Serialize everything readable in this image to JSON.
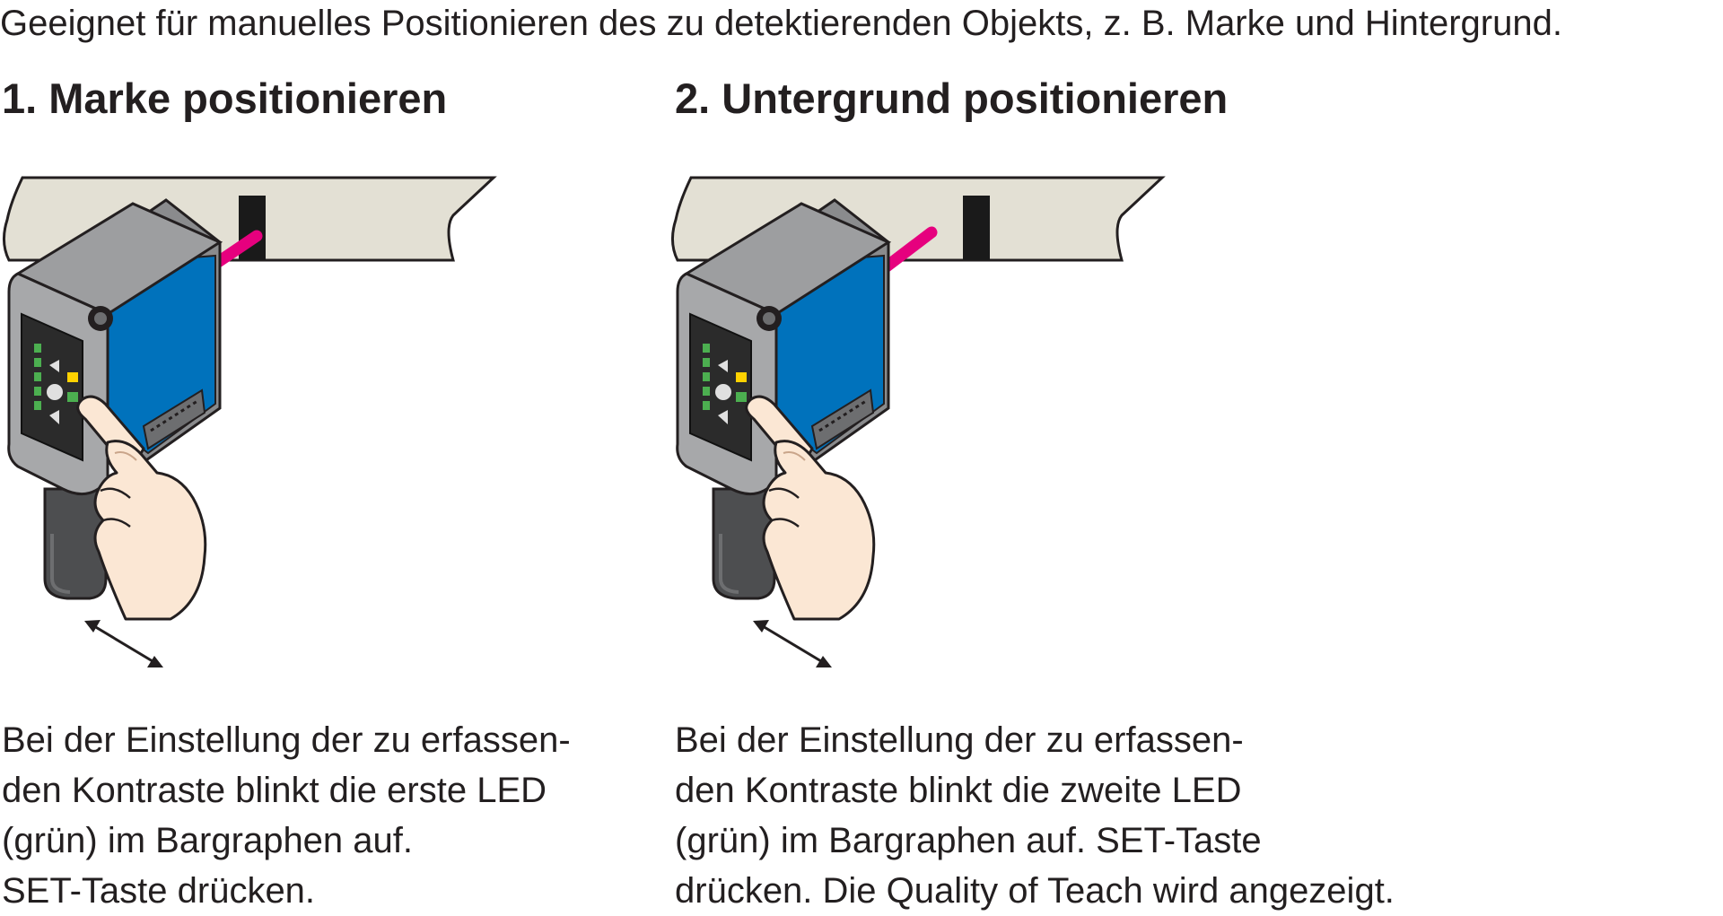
{
  "intro": "Geeignet für manuelles Positionieren des zu detektierenden Objekts, z. B. Marke und Hintergrund.",
  "steps": [
    {
      "heading": "1. Marke positionieren",
      "lines": [
        "Bei der Einstellung der zu erfassen-",
        "den Kontraste blinkt die erste LED",
        "(grün) im Bargraphen auf.",
        "SET-Taste drücken."
      ]
    },
    {
      "heading": "2. Untergrund positionieren",
      "lines": [
        "Bei der Einstellung der zu erfassen-",
        "den Kontraste blinkt die zweite LED",
        "(grün) im Bargraphen auf. SET-Taste",
        "drücken. Die Quality of Teach wird angezeigt."
      ]
    }
  ],
  "colors": {
    "strip": "#e3e0d4",
    "mark": "#1a1a1a",
    "beam": "#e6007e",
    "sensor_body": "#0072bc",
    "sensor_housing": "#8a8b8d",
    "led_green": "#4caf50",
    "led_yellow": "#ffd200",
    "hand_skin": "#fbe7d4"
  },
  "icons": [
    "double-arrow-icon",
    "hand-icon",
    "sensor-icon"
  ]
}
